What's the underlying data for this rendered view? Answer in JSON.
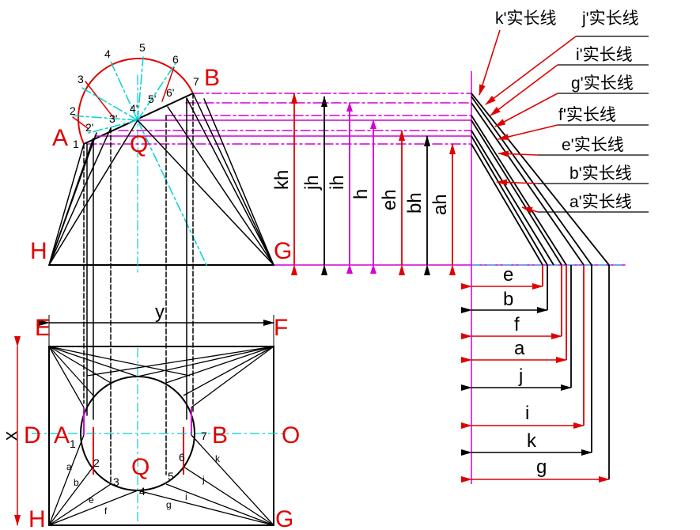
{
  "colors": {
    "line": "#000000",
    "red": "#e00000",
    "magenta": "#d400d4",
    "cyan": "#00d2d2"
  },
  "points": {
    "A": "A",
    "B": "B",
    "Q": "Q",
    "H": "H",
    "G": "G",
    "E": "E",
    "F": "F",
    "D": "D",
    "O": "O",
    "A_plan": "A",
    "B_plan": "B",
    "Q_plan": "Q",
    "H_plan": "H",
    "G_plan": "G"
  },
  "arc_numbers": [
    "1",
    "2",
    "3",
    "4",
    "5",
    "6",
    "7"
  ],
  "arc_primes": [
    "2'",
    "3'",
    "4'",
    "5'",
    "6'"
  ],
  "plan_numbers": [
    "1",
    "2",
    "3",
    "4",
    "5",
    "6",
    "7"
  ],
  "plan_letters": [
    "a",
    "b",
    "e",
    "f",
    "g",
    "i",
    "j",
    "k"
  ],
  "dims": {
    "x": "x",
    "y": "y"
  },
  "heights": [
    "kh",
    "jh",
    "ih",
    "h",
    "eh",
    "bh",
    "ah"
  ],
  "bases": [
    "e",
    "b",
    "f",
    "a",
    "j",
    "i",
    "k",
    "g"
  ],
  "true_lengths": [
    "k'实长线",
    "j'实长线",
    "i'实长线",
    "g'实长线",
    "f'实长线",
    "e'实长线",
    "b'实长线",
    "a'实长线"
  ]
}
